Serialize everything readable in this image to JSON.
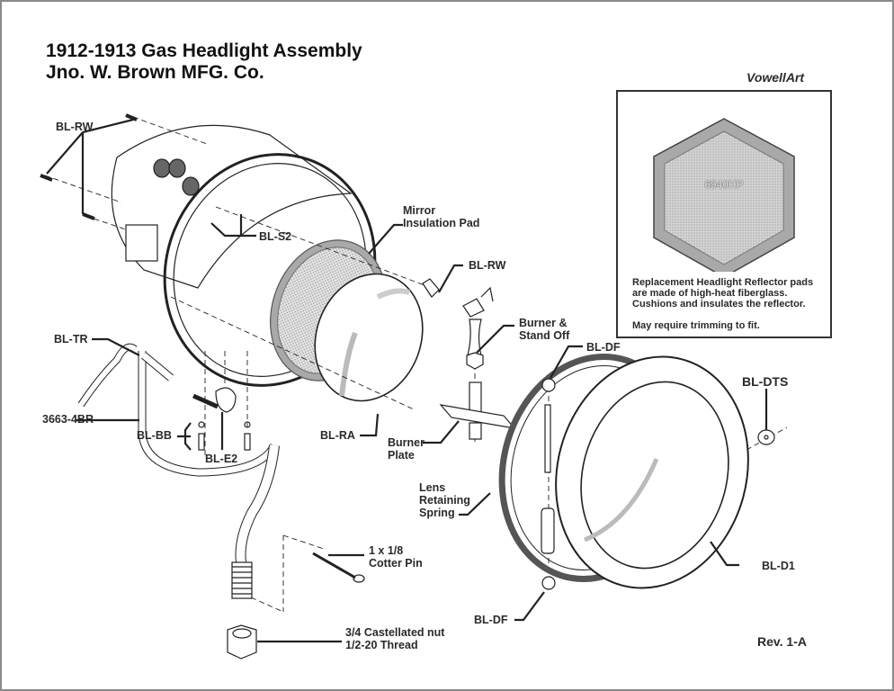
{
  "title": {
    "line1": "1912-1913 Gas Headlight Assembly",
    "line2": "Jno. W. Brown MFG. Co."
  },
  "brand": "VowellArt",
  "revision": "Rev. 1-A",
  "info_box": {
    "part_number": "6940HP",
    "lines": [
      "Replacement Headlight Reflector pads",
      "are made of high-heat fiberglass.",
      "Cushions and insulates the reflector."
    ],
    "note": "May require trimming to fit.",
    "colors": {
      "pad_border": "#a9a9a9",
      "pad_fill": "#c8c8c8"
    }
  },
  "callouts": {
    "bl_rw_left": "BL-RW",
    "bl_s2": "BL-S2",
    "mirror_pad": [
      "Mirror",
      "Insulation Pad"
    ],
    "bl_rw_right": "BL-RW",
    "burner_standoff": [
      "Burner &",
      "Stand Off"
    ],
    "bl_df_top": "BL-DF",
    "bl_dts": "BL-DTS",
    "bl_tr": "BL-TR",
    "part_3663": "3663-4BR",
    "bl_bb": "BL-BB",
    "bl_e2": "BL-E2",
    "bl_ra": "BL-RA",
    "burner_plate": [
      "Burner",
      "Plate"
    ],
    "lens_spring": [
      "Lens",
      "Retaining",
      "Spring"
    ],
    "cotter_pin": [
      "1 x 1/8",
      "Cotter Pin"
    ],
    "castellated_nut": [
      "3/4 Castellated nut",
      "1/2-20 Thread"
    ],
    "bl_df_bottom": "BL-DF",
    "bl_d1": "BL-D1"
  }
}
